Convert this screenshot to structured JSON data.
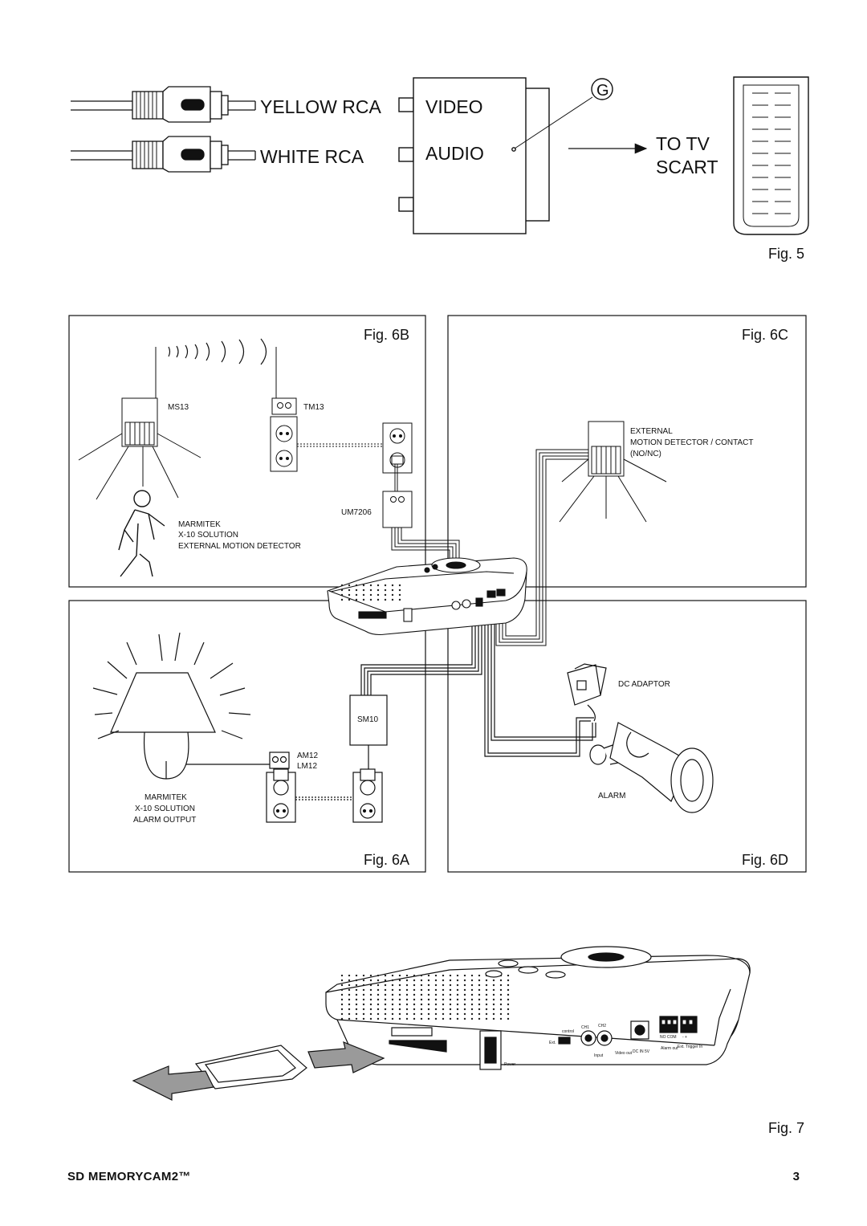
{
  "fig5": {
    "yellow_rca": "YELLOW RCA",
    "white_rca": "WHITE RCA",
    "video": "VIDEO",
    "audio": "AUDIO",
    "g_label": "G",
    "to_tv": "TO TV",
    "scart": "SCART",
    "caption": "Fig. 5"
  },
  "fig6b": {
    "caption": "Fig. 6B",
    "ms13": "MS13",
    "tm13": "TM13",
    "um7206": "UM7206",
    "desc_line1": "MARMITEK",
    "desc_line2": "X-10 SOLUTION",
    "desc_line3": "EXTERNAL MOTION DETECTOR"
  },
  "fig6c": {
    "caption": "Fig. 6C",
    "line1": "EXTERNAL",
    "line2": "MOTION DETECTOR / CONTACT",
    "line3": "(NO/NC)"
  },
  "fig6a": {
    "caption": "Fig. 6A",
    "sm10": "SM10",
    "am12": "AM12",
    "lm12": "LM12",
    "desc_line1": "MARMITEK",
    "desc_line2": "X-10 SOLUTION",
    "desc_line3": "ALARM OUTPUT"
  },
  "fig6d": {
    "caption": "Fig. 6D",
    "dc_adaptor": "DC ADAPTOR",
    "alarm": "ALARM"
  },
  "fig7": {
    "caption": "Fig. 7",
    "ch1": "CH1",
    "ch2": "CH2",
    "control": "control",
    "input": "Input",
    "video_out": "Video out",
    "dc_in": "DC IN 5V",
    "no_com": "NO  COM",
    "minus_plus": "-   +",
    "alarm_out": "Alarm out",
    "ext_trigger": "Ext. Trigger In",
    "power": "Power",
    "ext": "Ext."
  },
  "footer": {
    "product": "SD MEMORYCAM2™",
    "page_number": "3"
  }
}
